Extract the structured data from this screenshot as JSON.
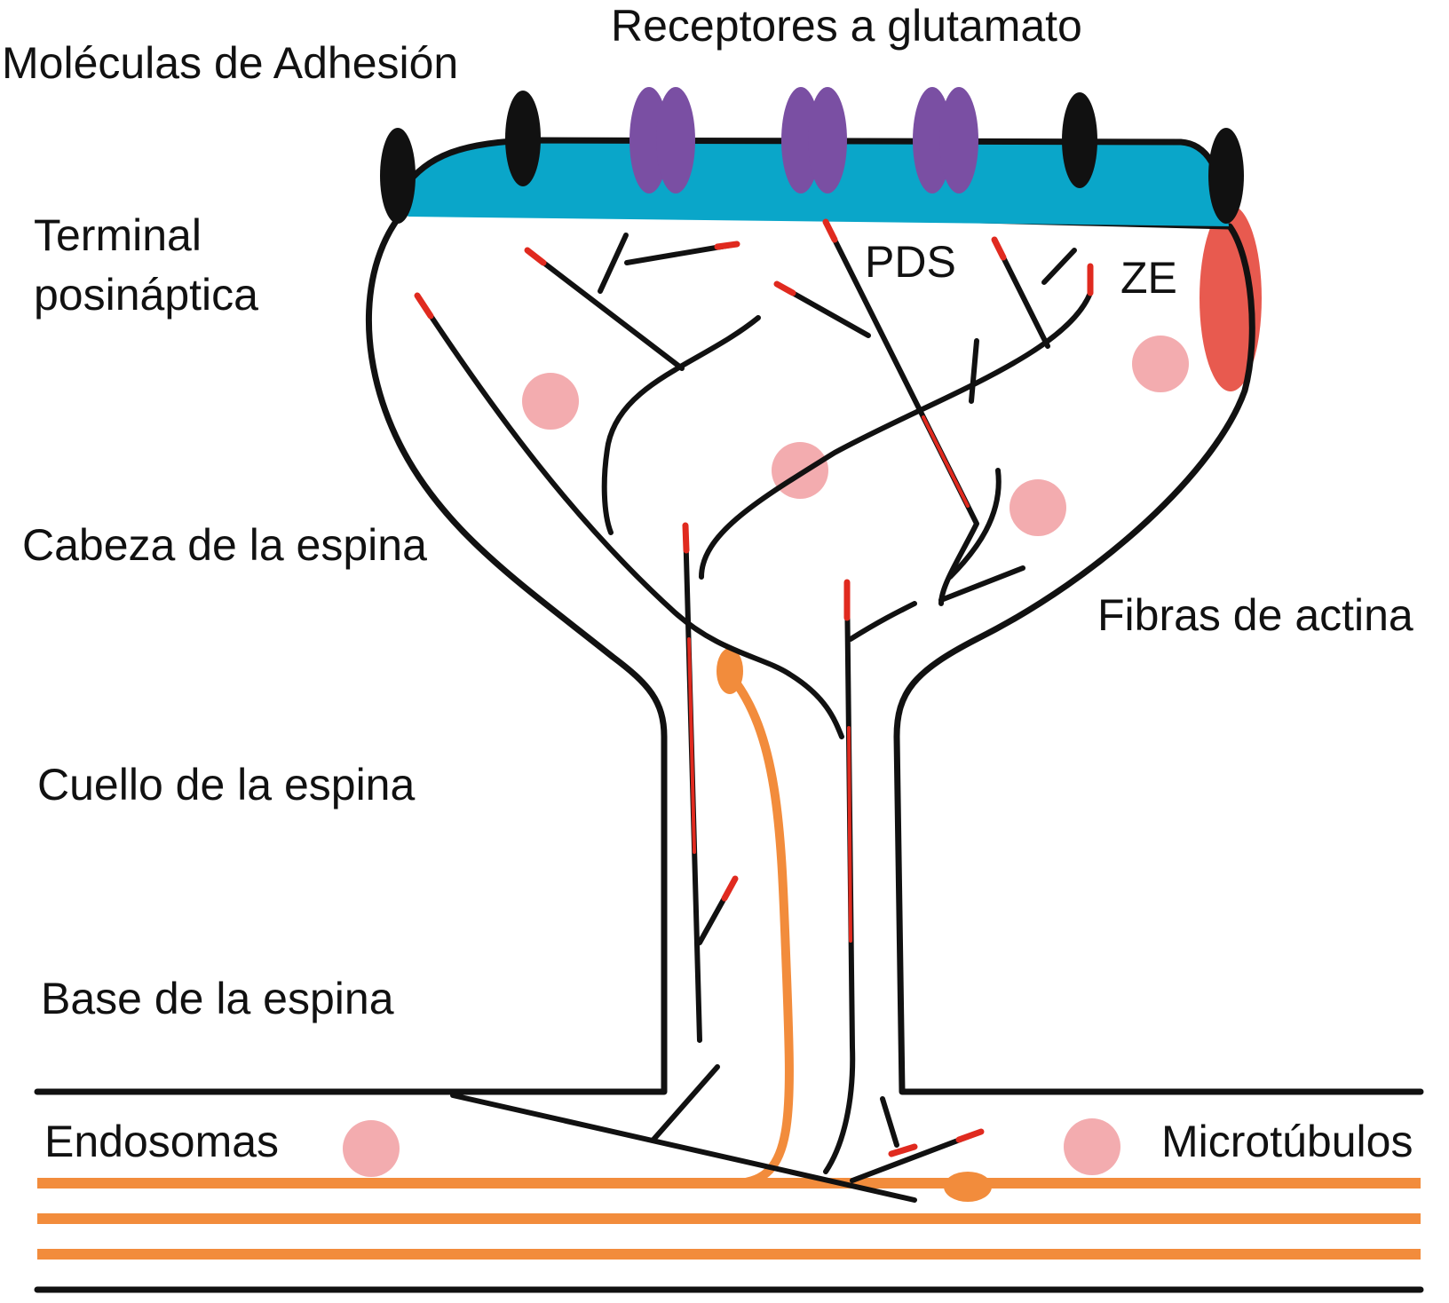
{
  "labels": {
    "adhesion": "Moléculas de Adhesión",
    "glutamate": "Receptores a glutamato",
    "terminal_line1": "Terminal",
    "terminal_line2": "posináptica",
    "pds": "PDS",
    "ze": "ZE",
    "head": "Cabeza de la espina",
    "actin": "Fibras de actina",
    "neck": "Cuello de la espina",
    "base": "Base de la espina",
    "endosomes": "Endosomas",
    "microtubules": "Microtúbulos"
  },
  "colors": {
    "outline": "#111111",
    "psd_fill": "#0aa6c9",
    "receptor": "#7a4fa3",
    "adhesion": "#111111",
    "endocytic_zone": "#e85a4f",
    "actin_tip": "#e02a1f",
    "endosome": "#f2a3a6",
    "microtubule": "#f28c3c"
  }
}
